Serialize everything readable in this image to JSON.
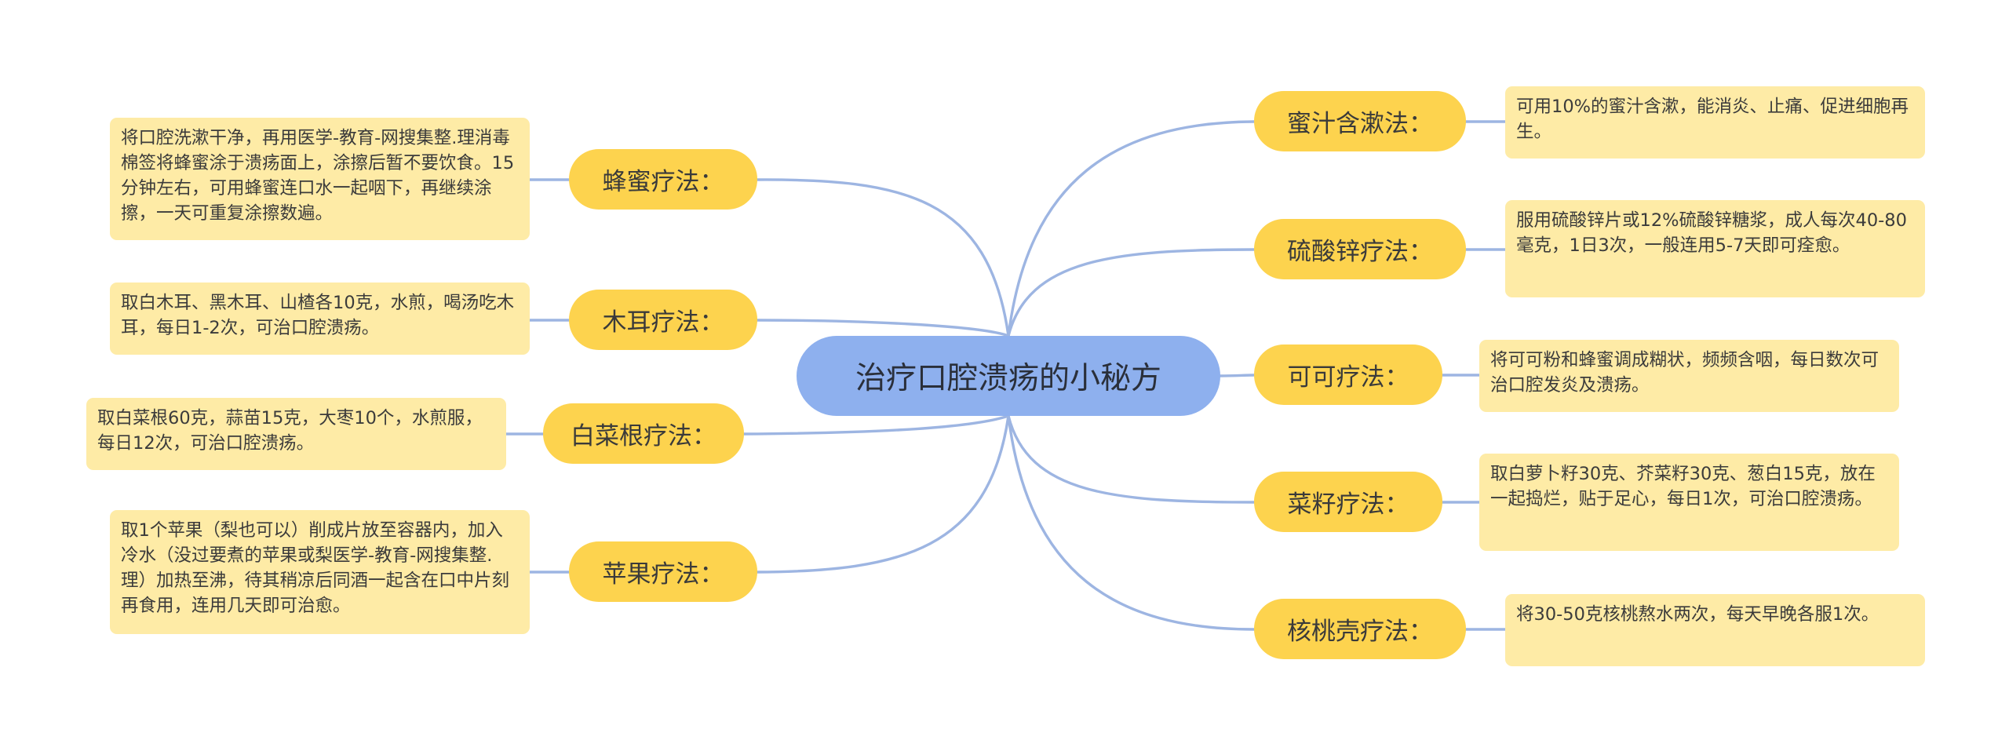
{
  "center": {
    "title": "治疗口腔溃疡的小秘方"
  },
  "left_branches": [
    {
      "label": "蜂蜜疗法：",
      "text": "将口腔洗漱干净，再用医学-教育-网搜集整.理消毒棉签将蜂蜜涂于溃疡面上，涂擦后暂不要饮食。15分钟左右，可用蜂蜜连口水一起咽下，再继续涂擦，一天可重复涂擦数遍。"
    },
    {
      "label": "木耳疗法：",
      "text": "取白木耳、黑木耳、山楂各10克，水煎，喝汤吃木耳，每日1-2次，可治口腔溃疡。"
    },
    {
      "label": "白菜根疗法：",
      "text": "取白菜根60克，蒜苗15克，大枣10个，水煎服，每日12次，可治口腔溃疡。"
    },
    {
      "label": "苹果疗法：",
      "text": "取1个苹果（梨也可以）削成片放至容器内，加入冷水（没过要煮的苹果或梨医学-教育-网搜集整.理）加热至沸，待其稍凉后同酒一起含在口中片刻再食用，连用几天即可治愈。"
    }
  ],
  "right_branches": [
    {
      "label": "蜜汁含漱法：",
      "text": "可用10%的蜜汁含漱，能消炎、止痛、促进细胞再生。"
    },
    {
      "label": "硫酸锌疗法：",
      "text": "服用硫酸锌片或12%硫酸锌糖浆，成人每次40-80毫克，1日3次，一般连用5-7天即可痊愈。"
    },
    {
      "label": "可可疗法：",
      "text": "将可可粉和蜂蜜调成糊状，频频含咽，每日数次可治口腔发炎及溃疡。"
    },
    {
      "label": "菜籽疗法：",
      "text": "取白萝卜籽30克、芥菜籽30克、葱白15克，放在一起捣烂，贴于足心，每日1次，可治口腔溃疡。"
    },
    {
      "label": "核桃壳疗法：",
      "text": "将30-50克核桃熬水两次，每天早晚各服1次。"
    }
  ]
}
